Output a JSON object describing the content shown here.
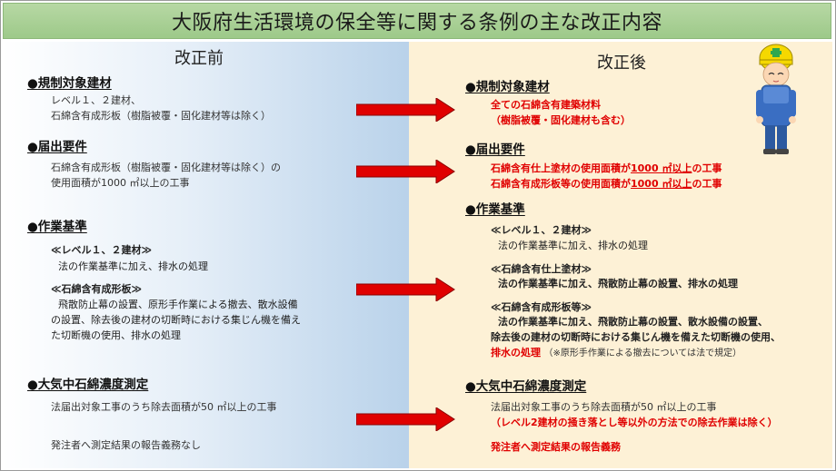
{
  "title": "大阪府生活環境の保全等に関する条例の主な改正内容",
  "headers": {
    "before": "改正前",
    "after": "改正後"
  },
  "before": {
    "s1": {
      "title": "●規制対象建材",
      "l1": "レベル１、２建材、",
      "l2": "石綿含有成形板（樹脂被覆・固化建材等は除く）"
    },
    "s2": {
      "title": "●届出要件",
      "l1": "石綿含有成形板（樹脂被覆・固化建材等は除く）の",
      "l2": "使用面積が1000 ㎡以上の工事"
    },
    "s3": {
      "title": "●作業基準",
      "sub1_title": "≪レベル１、２建材≫",
      "sub1_l1": "法の作業基準に加え、排水の処理",
      "sub2_title": "≪石綿含有成形板≫",
      "sub2_l1": "飛散防止幕の設置、原形手作業による撤去、散水設備",
      "sub2_l2": "の設置、除去後の建材の切断時における集じん機を備え",
      "sub2_l3": "た切断機の使用、排水の処理"
    },
    "s4": {
      "title": "●大気中石綿濃度測定",
      "l1": "法届出対象工事のうち除去面積が50 ㎡以上の工事",
      "l2": "発注者へ測定結果の報告義務なし"
    }
  },
  "after": {
    "s1": {
      "title": "●規制対象建材",
      "l1": "全ての石綿含有建築材料",
      "l2": "（樹脂被覆・固化建材も含む）"
    },
    "s2": {
      "title": "●届出要件",
      "l1_a": "石綿含有仕上塗材の使用面積が",
      "l1_b": "1000 ㎡以上",
      "l1_c": "の工事",
      "l2_a": "石綿含有成形板等の使用面積が",
      "l2_b": "1000 ㎡以上",
      "l2_c": "の工事"
    },
    "s3": {
      "title": "●作業基準",
      "sub1_title": "≪レベル１、２建材≫",
      "sub1_l1": "法の作業基準に加え、排水の処理",
      "sub2_title": "≪石綿含有仕上塗材≫",
      "sub2_l1": "法の作業基準に加え、飛散防止幕の設置、排水の処理",
      "sub3_title": "≪石綿含有成形板等≫",
      "sub3_l1": "法の作業基準に加え、飛散防止幕の設置、散水設備の設置、",
      "sub3_l2": "除去後の建材の切断時における集じん機を備えた切断機の使用、",
      "sub3_l3": "排水の処理",
      "sub3_note": "（※原形手作業による撤去については法で規定）"
    },
    "s4": {
      "title": "●大気中石綿濃度測定",
      "l1": "法届出対象工事のうち除去面積が50 ㎡以上の工事",
      "l2": "（レベル2建材の掻き落とし等以外の方法での除去作業は除く）",
      "l3": "発注者へ測定結果の報告義務"
    }
  },
  "colors": {
    "title_bar": "#9dc989",
    "after_bg": "#fdf1d6",
    "emphasis": "#e00000",
    "arrow": "#e00000"
  },
  "icons": {
    "arrow": "right-arrow-icon",
    "worker": "construction-worker-icon"
  }
}
